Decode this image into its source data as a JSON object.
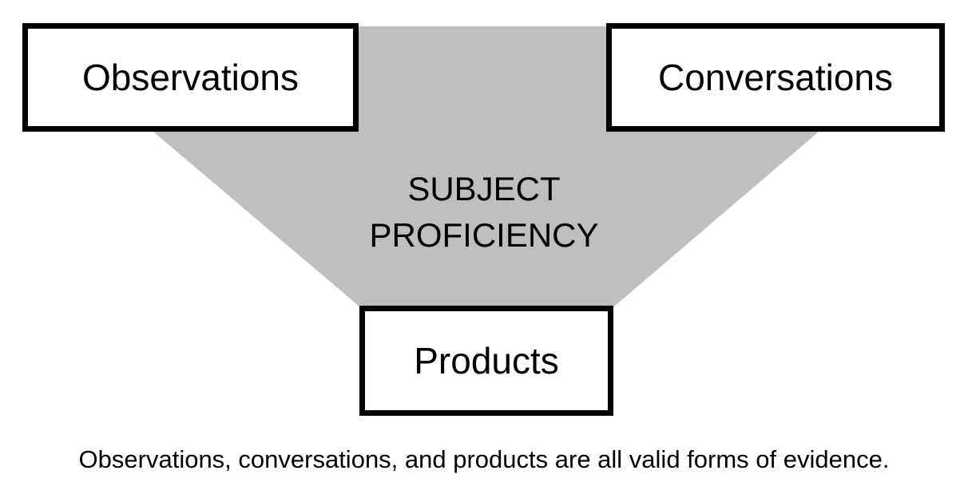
{
  "boxes": {
    "observations": "Observations",
    "conversations": "Conversations",
    "products": "Products"
  },
  "center_label": {
    "line1": "SUBJECT",
    "line2": "PROFICIENCY"
  },
  "caption": "Observations, conversations, and products are all valid forms of evidence.",
  "colors": {
    "funnel": "#bfbfbf",
    "border": "#000000"
  }
}
